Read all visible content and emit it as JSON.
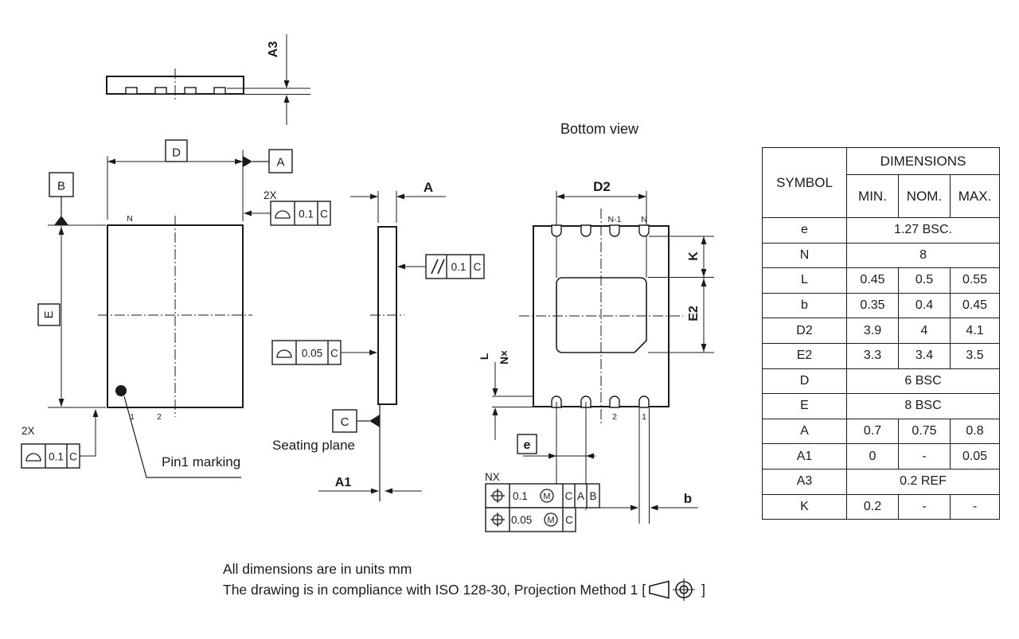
{
  "views": {
    "side_top": {
      "a3": "A3"
    },
    "top": {
      "d": "D",
      "e": "E",
      "datum_a": "A",
      "datum_b": "B",
      "n": "N",
      "pin1": "1",
      "pin2": "2",
      "count_top": "2X",
      "count_bottom": "2X",
      "fcf_top": {
        "value": "0.1",
        "datum": "C"
      },
      "fcf_bottom": {
        "value": "0.1",
        "datum": "C"
      },
      "pin1_marking": "Pin1 marking"
    },
    "side_front": {
      "a": "A",
      "a1": "A1",
      "fcf_parallel": {
        "value": "0.1",
        "datum": "C"
      },
      "fcf_profile": {
        "value": "0.05",
        "datum": "C"
      },
      "datum_c": "C",
      "seating_plane": "Seating plane"
    },
    "bottom": {
      "title": "Bottom view",
      "d2": "D2",
      "n_minus1": "N-1",
      "n": "N",
      "k": "K",
      "e2": "E2",
      "l": "L",
      "nx": "N×",
      "pin2": "2",
      "pin1": "1",
      "e": "e",
      "b": "b",
      "count": "NX",
      "fcf_pos1": {
        "value": "0.1",
        "modifier": "M",
        "datums": [
          "C",
          "A",
          "B"
        ]
      },
      "fcf_pos2": {
        "value": "0.05",
        "modifier": "M",
        "datum": "C"
      }
    }
  },
  "table": {
    "header": {
      "symbol": "SYMBOL",
      "dimensions": "DIMENSIONS",
      "min": "MIN.",
      "nom": "NOM.",
      "max": "MAX."
    },
    "rows": [
      {
        "symbol": "e",
        "span": "1.27 BSC."
      },
      {
        "symbol": "N",
        "span": "8"
      },
      {
        "symbol": "L",
        "min": "0.45",
        "nom": "0.5",
        "max": "0.55"
      },
      {
        "symbol": "b",
        "min": "0.35",
        "nom": "0.4",
        "max": "0.45"
      },
      {
        "symbol": "D2",
        "min": "3.9",
        "nom": "4",
        "max": "4.1"
      },
      {
        "symbol": "E2",
        "min": "3.3",
        "nom": "3.4",
        "max": "3.5"
      },
      {
        "symbol": "D",
        "span": "6 BSC"
      },
      {
        "symbol": "E",
        "span": "8 BSC"
      },
      {
        "symbol": "A",
        "min": "0.7",
        "nom": "0.75",
        "max": "0.8"
      },
      {
        "symbol": "A1",
        "min": "0",
        "nom": "-",
        "max": "0.05"
      },
      {
        "symbol": "A3",
        "span": "0.2 REF"
      },
      {
        "symbol": "K",
        "min": "0.2",
        "nom": "-",
        "max": "-"
      }
    ]
  },
  "notes": {
    "line1": "All dimensions are in units mm",
    "line2_prefix": "The drawing is in compliance with ISO 128-30, Projection Method 1 [",
    "line2_suffix": "]"
  }
}
